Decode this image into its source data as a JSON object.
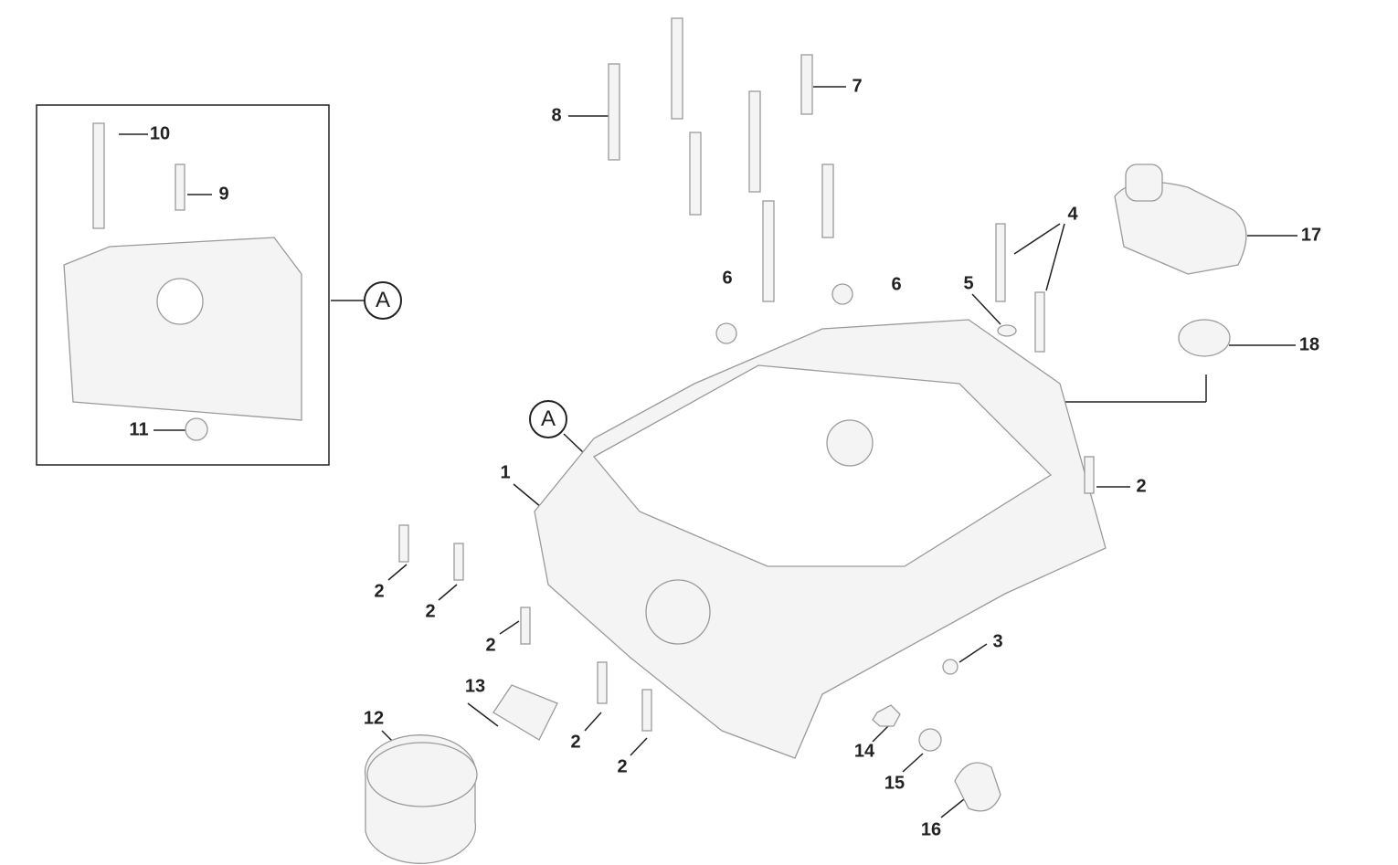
{
  "inset_label": "A",
  "detail_marker": "A",
  "callouts": [
    "1",
    "2",
    "3",
    "4",
    "5",
    "6",
    "7",
    "8",
    "9",
    "10",
    "11",
    "12",
    "13",
    "14",
    "15",
    "16",
    "17",
    "18"
  ],
  "colors": {
    "line": "#222222",
    "part_outline": "#9a9a9a",
    "part_fill": "#f4f4f4"
  }
}
